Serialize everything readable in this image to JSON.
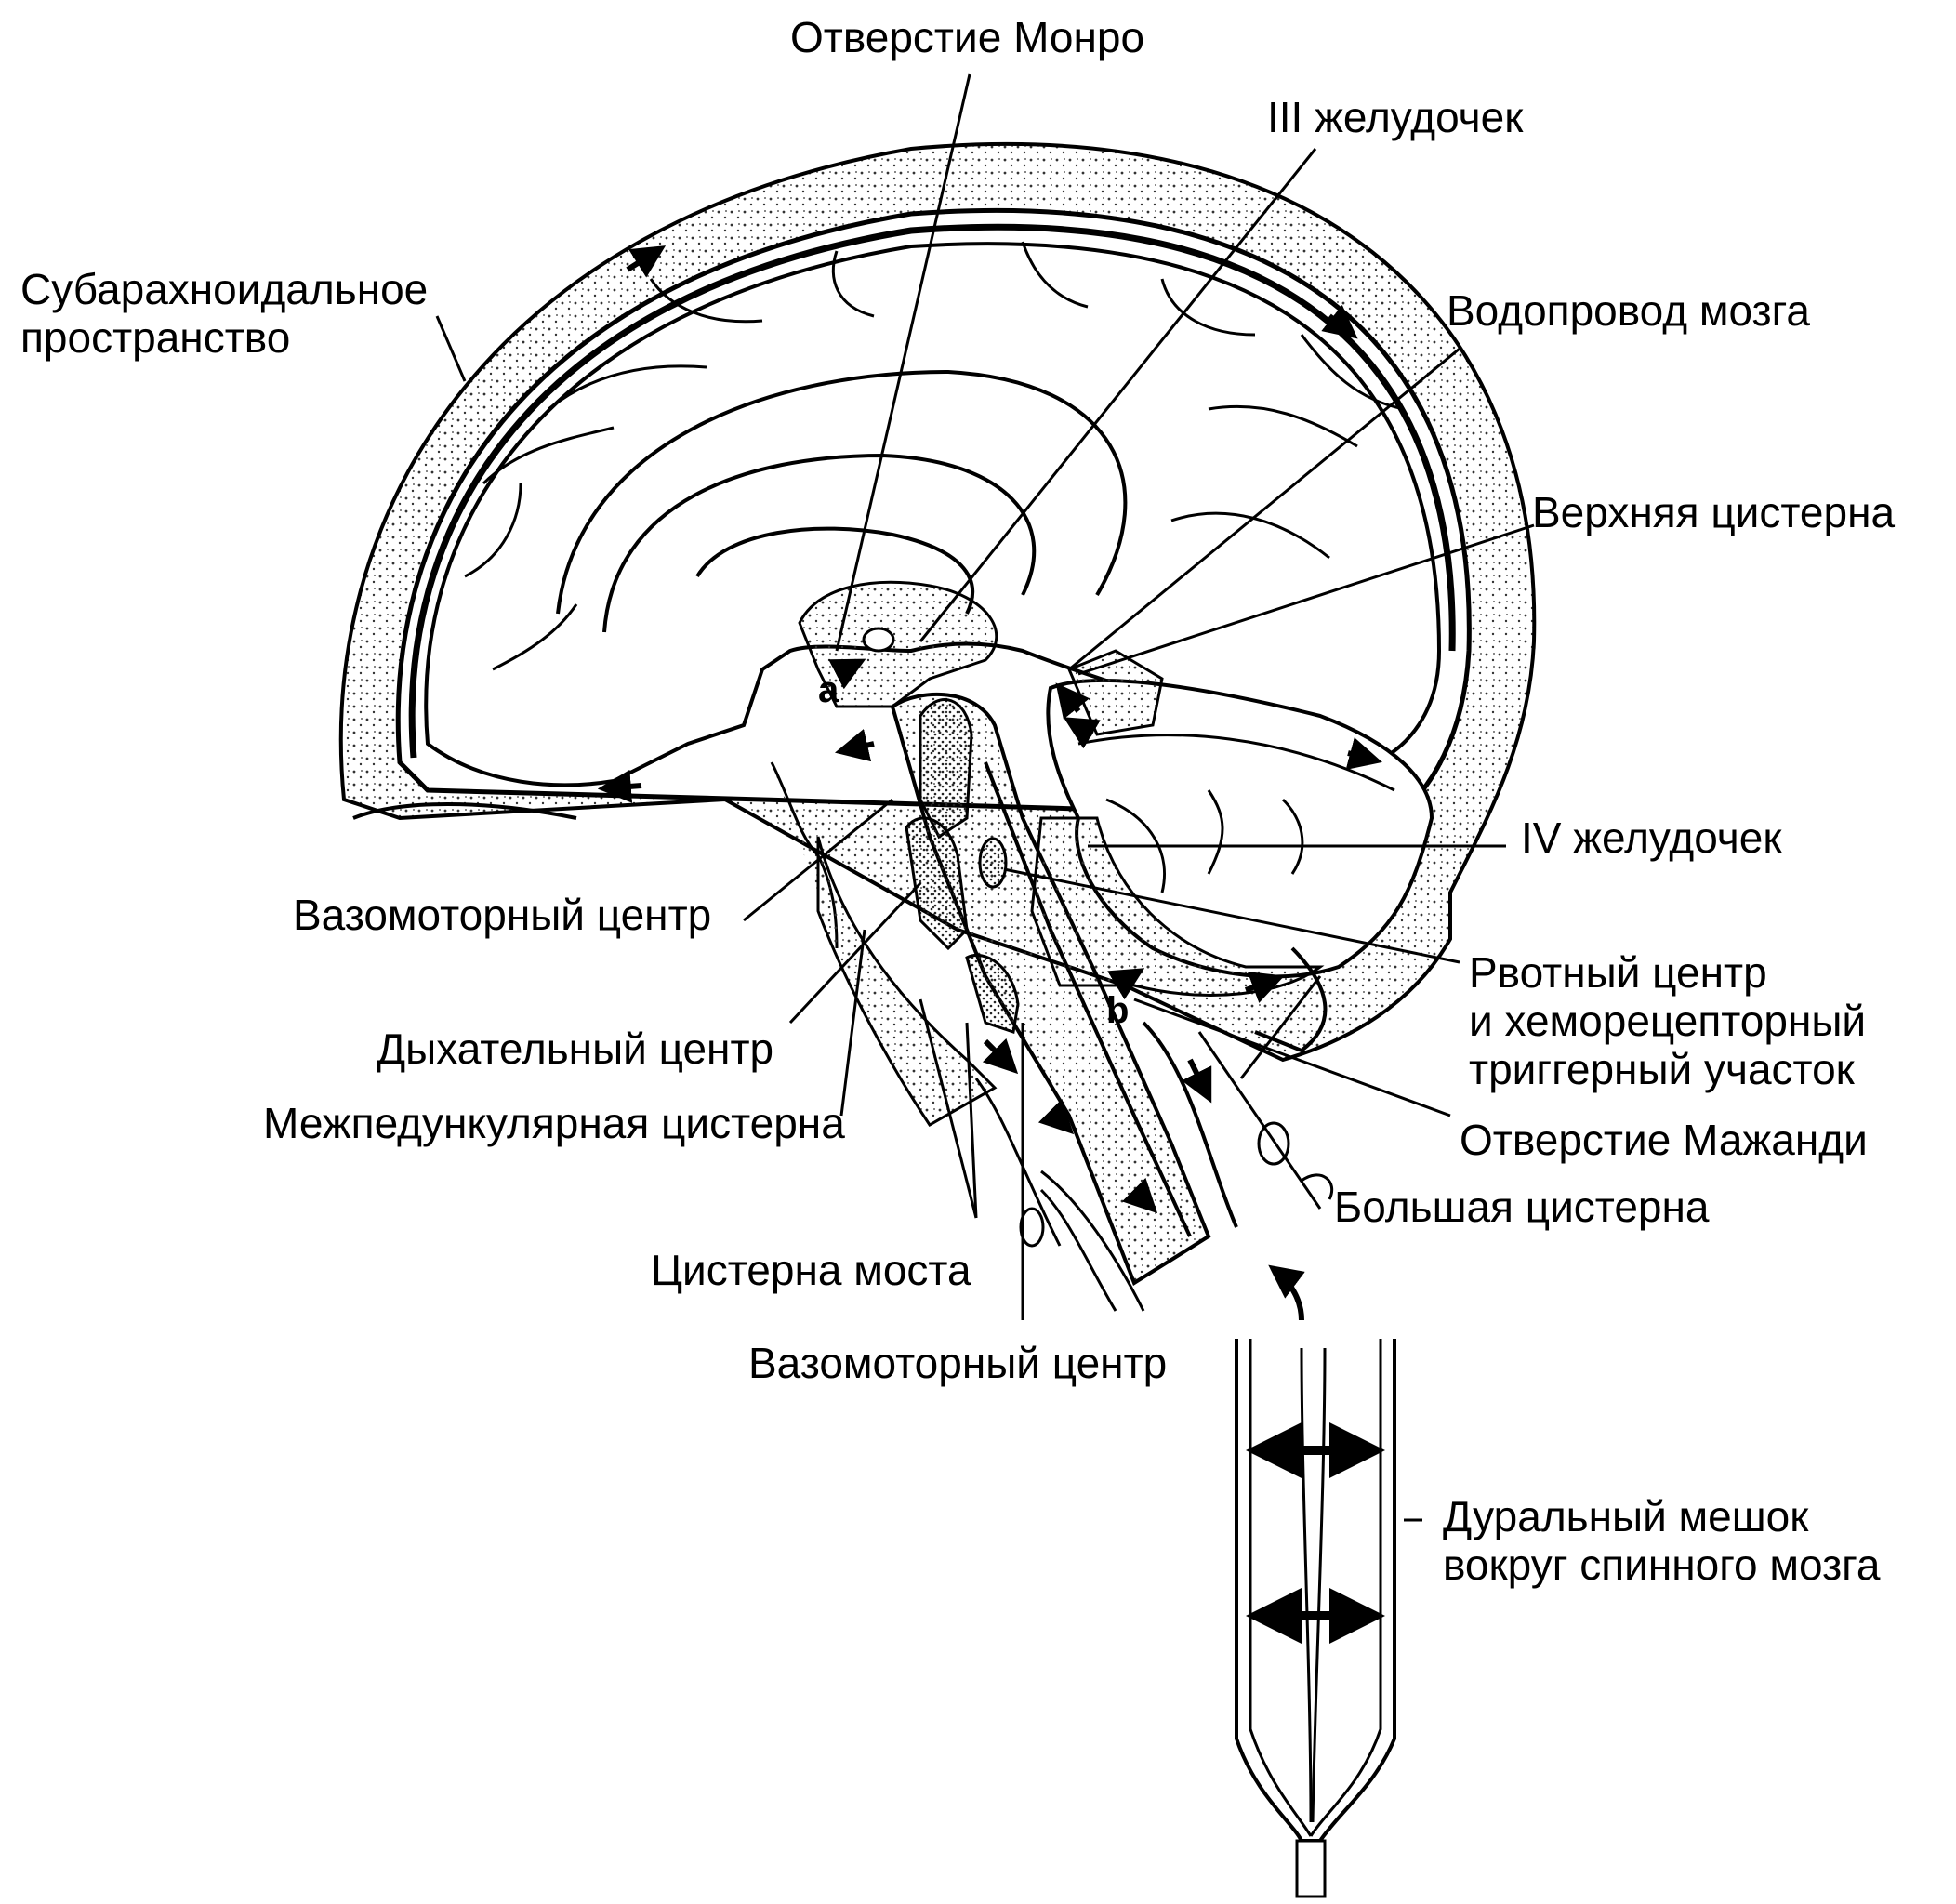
{
  "labels": {
    "foramen_monro": "Отверстие Монро",
    "third_ventricle": "III желудочек",
    "subarachnoid_space_line1": "Субарахноидальное",
    "subarachnoid_space_line2": "пространство",
    "aqueduct": "Водопровод мозга",
    "superior_cistern": "Верхняя цистерна",
    "fourth_ventricle": "IV желудочек",
    "vasomotor_center_top": "Вазомоторный центр",
    "vomiting_center_line1": "Рвотный центр",
    "vomiting_center_line2": "и хеморецепторный",
    "vomiting_center_line3": "триггерный участок",
    "respiratory_center": "Дыхательный центр",
    "foramen_magendie": "Отверстие Мажанди",
    "interpeduncular_cistern": "Межпедункулярная цистерна",
    "cisterna_magna": "Большая цистерна",
    "pontine_cistern": "Цистерна моста",
    "vasomotor_center_bottom": "Вазомоторный центр",
    "dural_sac_line1": "Дуральный мешок",
    "dural_sac_line2": "вокруг спинного мозга"
  },
  "markers": {
    "a": "a",
    "b": "b"
  },
  "colors": {
    "ink": "#000000",
    "paper": "#ffffff",
    "stipple": "#333333"
  }
}
